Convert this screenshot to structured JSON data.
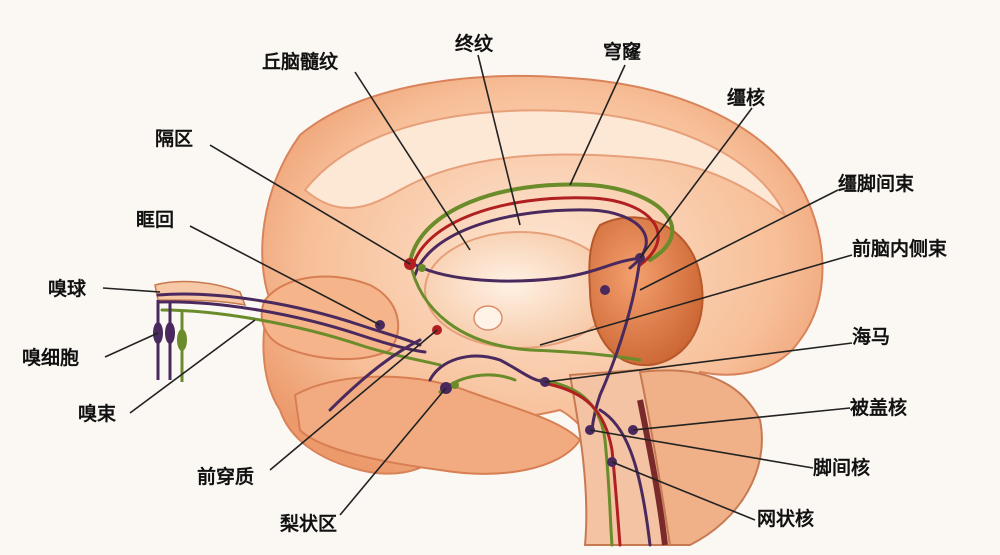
{
  "labels": {
    "qiu_nao_sui_wen": "丘脑髓纹",
    "zhong_wen": "终纹",
    "qiong_long": "穹窿",
    "ge_qu": "隔区",
    "jiang_he": "缰核",
    "jiang_jiao_jian_shu": "缰脚间束",
    "kuang_hui": "眶回",
    "qian_nao_nei_ce_shu": "前脑内侧束",
    "xiu_qiu": "嗅球",
    "xiu_xi_bao": "嗅细胞",
    "hai_ma": "海马",
    "xiu_shu": "嗅束",
    "bei_gai_he": "被盖核",
    "qian_chuan_zhi": "前穿质",
    "jiao_jian_he": "脚间核",
    "li_zhuang_qu": "梨状区",
    "wang_zhuang_he": "网状核"
  },
  "colors": {
    "brain_light": "#fbd7bd",
    "brain_mid": "#f4b088",
    "brain_dark": "#e08a5f",
    "fiber_purple": "#4a2a5e",
    "fiber_green": "#6b8c2a",
    "fiber_red": "#b02020",
    "leader": "#222222"
  }
}
